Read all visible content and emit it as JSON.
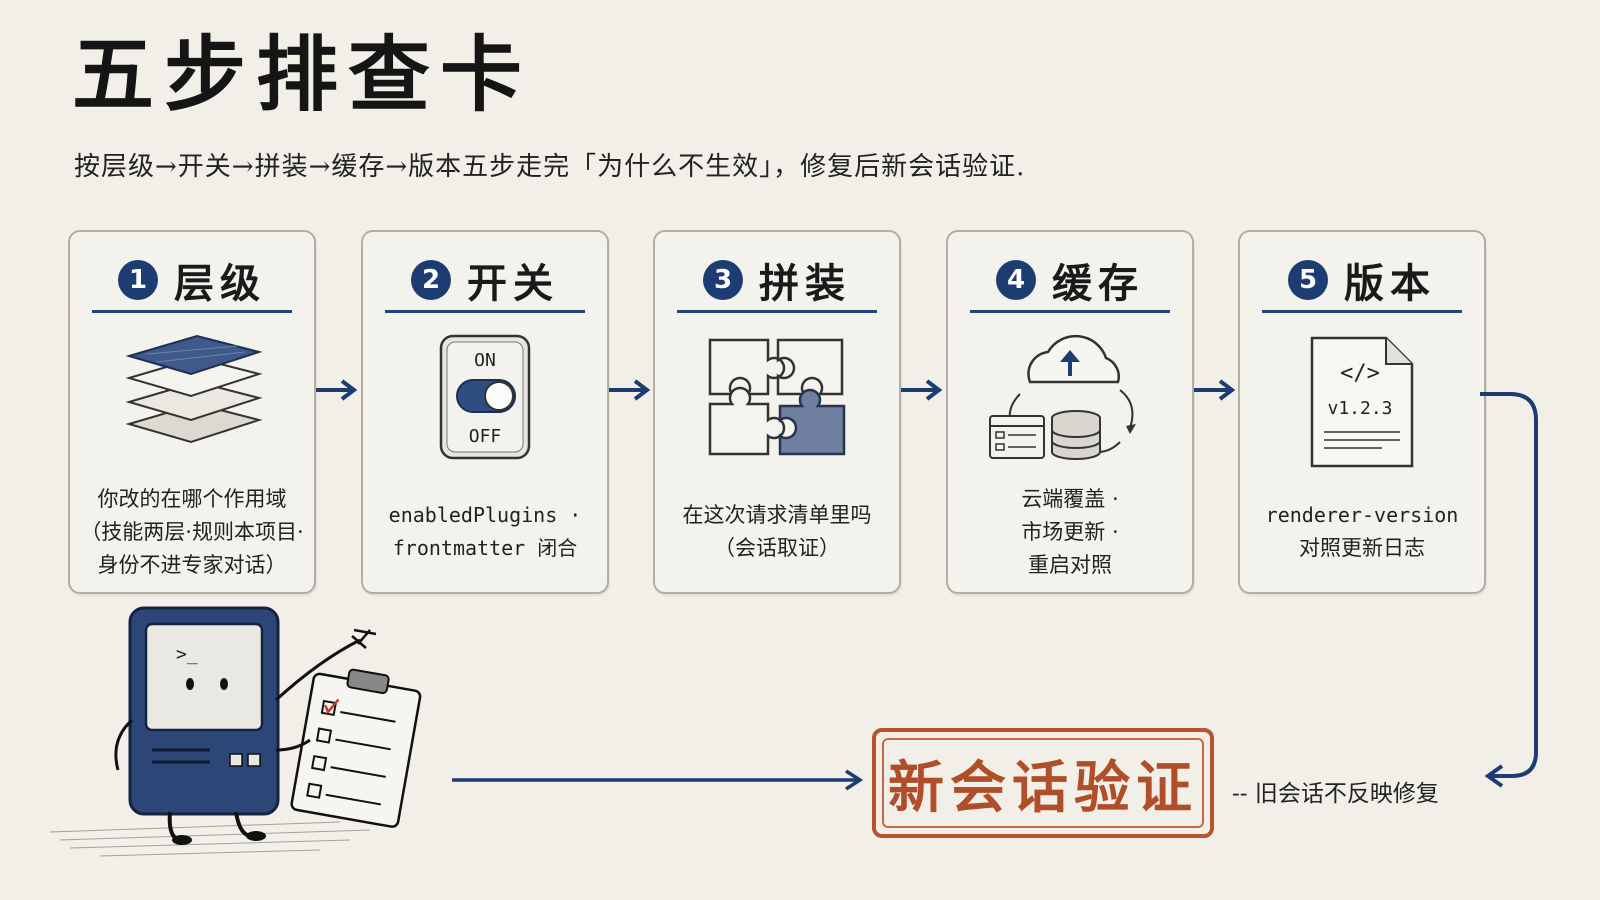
{
  "title": "五步排查卡",
  "subtitle": "按层级→开关→拼装→缓存→版本五步走完「为什么不生效」，修复后新会话验证.",
  "colors": {
    "navy": "#1d3d72",
    "stamp": "#b5542e",
    "paper": "#f1efe8"
  },
  "steps": [
    {
      "num": "1",
      "title": "层级",
      "icon": "layers-icon",
      "lines": [
        "你改的在哪个作用域",
        "（技能两层·规则本项目·",
        "身份不进专家对话）"
      ]
    },
    {
      "num": "2",
      "title": "开关",
      "icon": "toggle-switch-icon",
      "switch_on": "ON",
      "switch_off": "OFF",
      "lines": [
        "enabledPlugins ·",
        "frontmatter 闭合"
      ]
    },
    {
      "num": "3",
      "title": "拼装",
      "icon": "puzzle-icon",
      "lines": [
        "在这次请求清单里吗",
        "（会话取证）"
      ]
    },
    {
      "num": "4",
      "title": "缓存",
      "icon": "cloud-cache-icon",
      "lines": [
        "云端覆盖 ·",
        "市场更新 ·",
        "重启对照"
      ]
    },
    {
      "num": "5",
      "title": "版本",
      "icon": "version-file-icon",
      "file_code": "</>",
      "file_version": "v1.2.3",
      "lines": [
        "renderer-version",
        "对照更新日志"
      ]
    }
  ],
  "verify": {
    "label": "新会话验证",
    "note": "-- 旧会话不反映修复"
  }
}
